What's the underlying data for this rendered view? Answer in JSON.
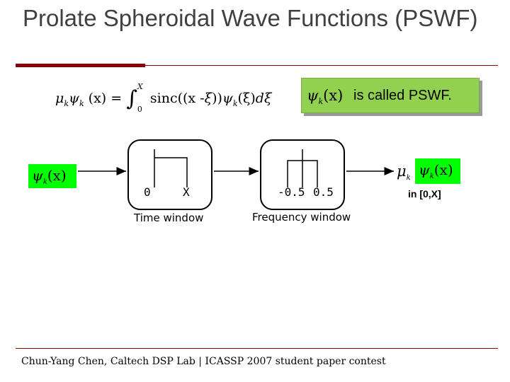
{
  "slide": {
    "title": "Prolate Spheroidal Wave Functions (PSWF)",
    "footer": "Chun-Yang Chen, Caltech DSP Lab | ICASSP 2007 student paper contest"
  },
  "equation": {
    "mu": "μ",
    "psi": "ψ",
    "k": "k",
    "x_arg": "(x)",
    "equals": "=",
    "integral": "∫",
    "upper_limit": "X",
    "lower_limit": "0",
    "sinc": "sinc((x -",
    "xi": "ξ",
    "close": "))",
    "xi_arg": "(ξ)",
    "d": "d"
  },
  "callout": {
    "symbol": "ψ",
    "sub": "k",
    "arg": "(x)",
    "text": "is called PSWF."
  },
  "input_signal": {
    "symbol": "ψ",
    "sub": "k",
    "arg": "(x)"
  },
  "output_signal": {
    "mu": "μ",
    "mu_sub": "k",
    "symbol": "ψ",
    "sub": "k",
    "arg": "(x)",
    "range": "in [0,X]"
  },
  "time_window": {
    "left_label": "0",
    "right_label": "X",
    "caption": "Time window"
  },
  "frequency_window": {
    "left_label": "-0.5",
    "right_label": "0.5",
    "caption": "Frequency window"
  },
  "colors": {
    "accent_rule": "#8b0000",
    "callout_fill": "#92d050",
    "signal_fill": "#00ff00",
    "title_text": "#404040"
  }
}
